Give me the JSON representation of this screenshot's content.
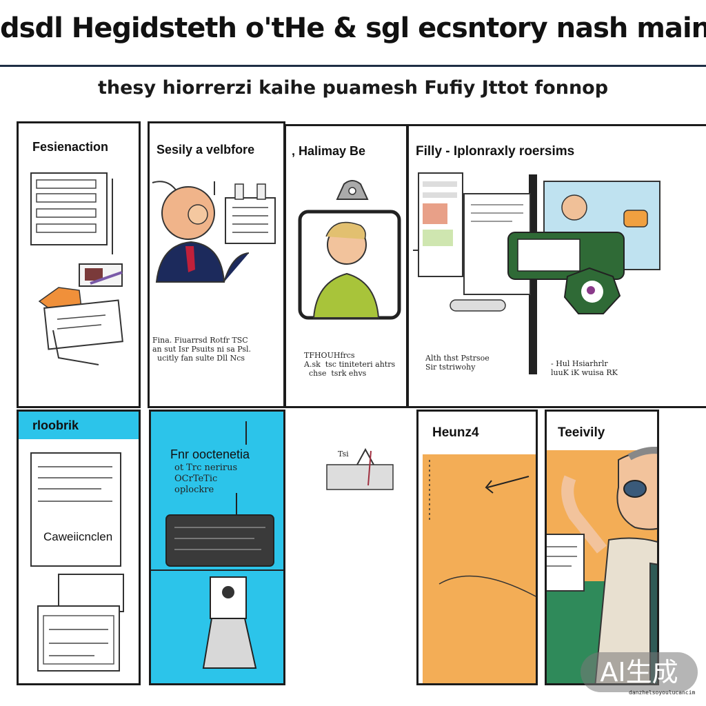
{
  "header": {
    "title": "dsdl Hegidsteth o'tHe & sgl ecsntory nash main",
    "subtitle": "thesy hiorrerzi kaihe puamesh Fufiy Jttot fonnop"
  },
  "panels": {
    "p1": {
      "title": "Fesienaction"
    },
    "p2": {
      "title": "Sesily a velbfore",
      "caption": "Fina. Fiuarrsd Rotfr TSC\nan sut Isr Psuits ni sa Psl.\n  ucitly fan sulte Dll Ncs"
    },
    "p3": {
      "title": ", Halimay Be",
      "caption": "TFHOUHfrcs\nA.sk  tsc tiniteteri ahtrs\n  chse  tsrk ehvs"
    },
    "p4": {
      "title": "Filly - Iplonraxly  roersims",
      "caption_left": "Alth thst Pstrsoe\nSir tstriwohy",
      "caption_right": "- Hul Hsiarhrlr\nluuK iK wuisa RK"
    },
    "p5": {
      "title": "rloobrik",
      "list_heading": "Caweiicnclen"
    },
    "p6": {
      "title": "Fnr ooctenetia",
      "subtext": "ot Trc nerirus\nOCrTeTic\noplockre"
    },
    "p7": {
      "label": "Tsi"
    },
    "p8": {
      "title": "Heunz4"
    },
    "p9": {
      "title": "Teeivily"
    }
  },
  "watermark": {
    "badge": "AI生成",
    "url": "danzhelsoyoulucancim"
  }
}
